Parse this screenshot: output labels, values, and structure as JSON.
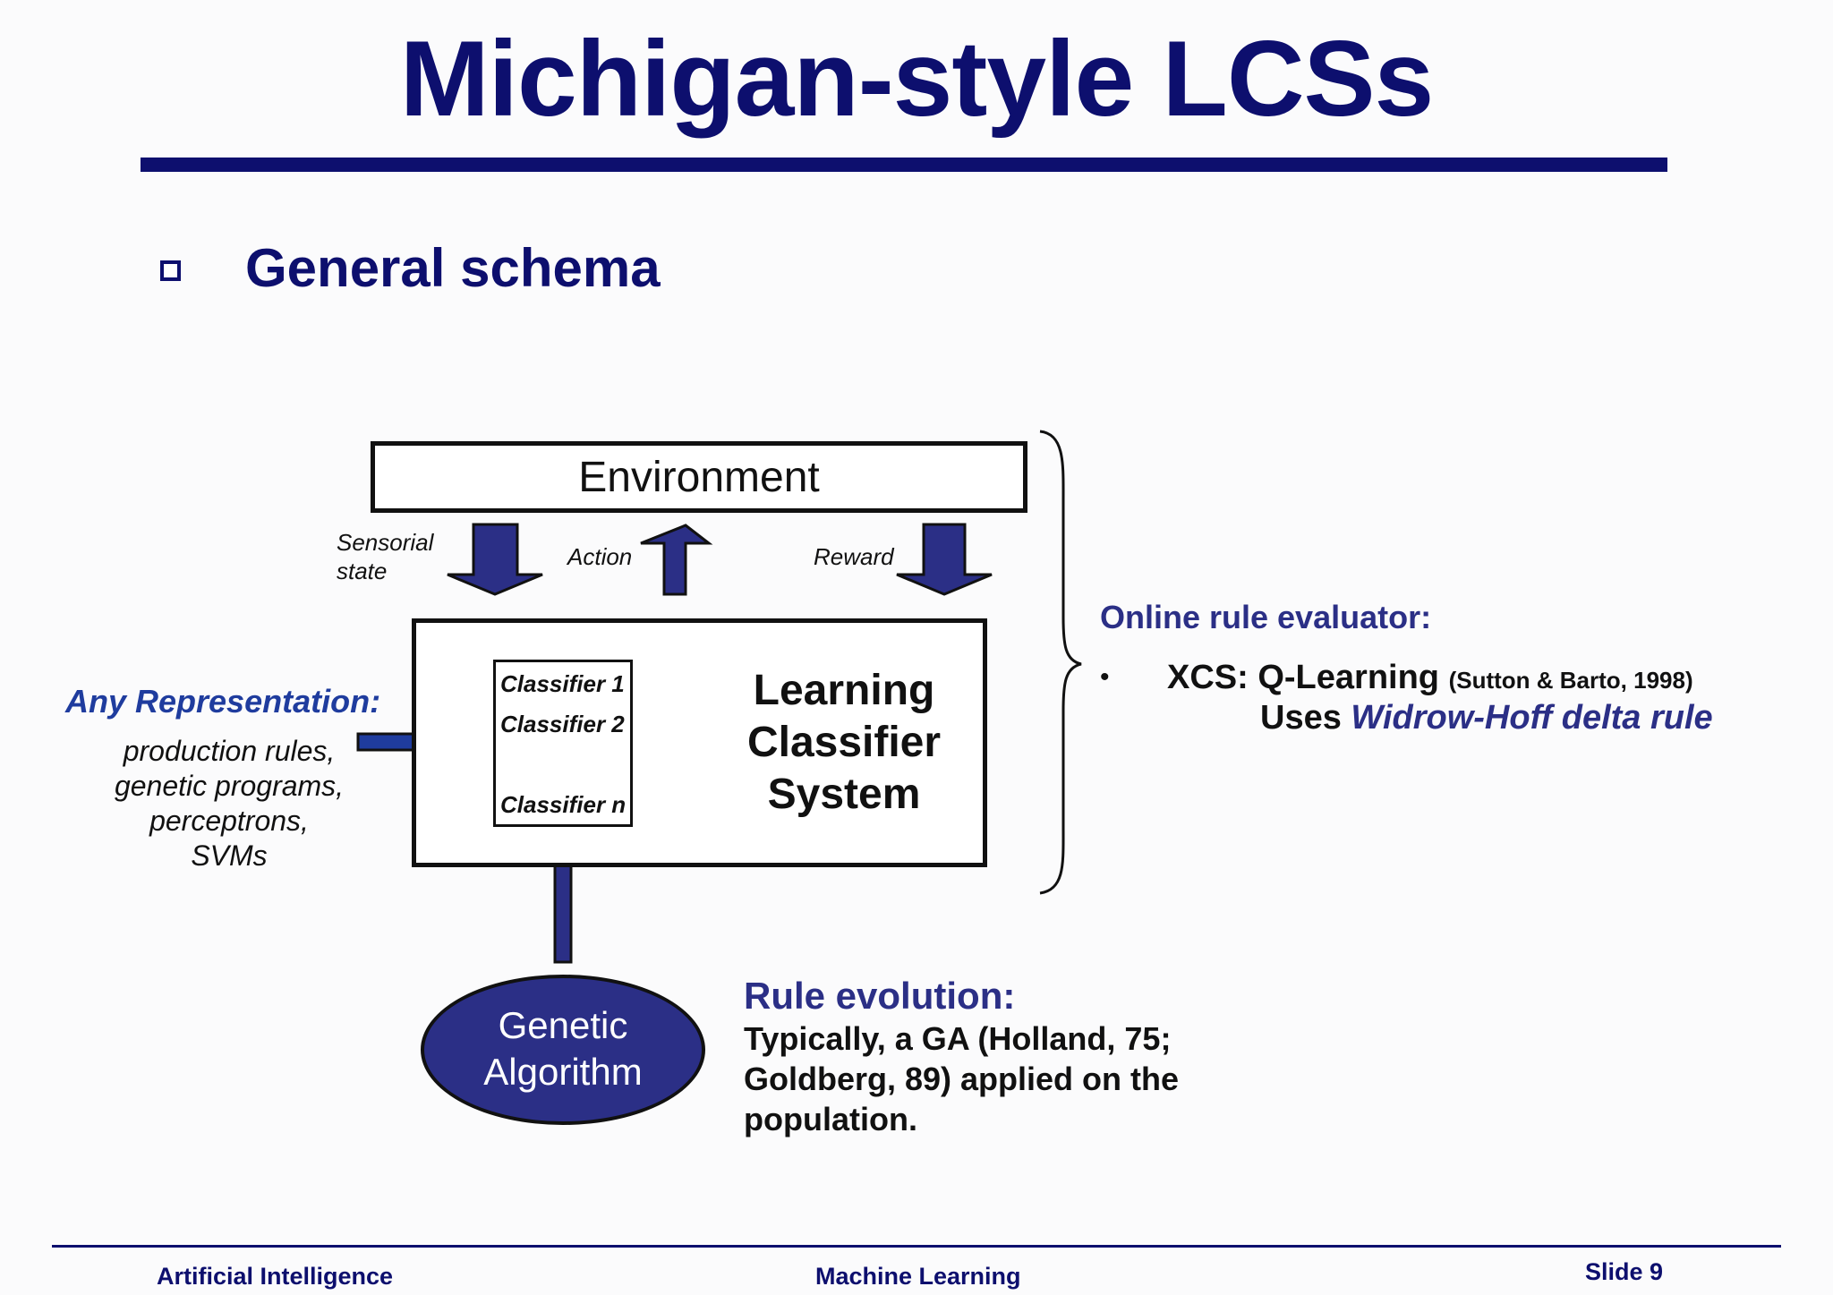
{
  "title": "Michigan-style LCSs",
  "section": {
    "bullet_icon": "hollow-square-bullet",
    "heading": "General schema"
  },
  "diagram": {
    "environment": "Environment",
    "signals": {
      "sensorial_line1": "Sensorial",
      "sensorial_line2": "state",
      "action": "Action",
      "reward": "Reward"
    },
    "lcs_label": [
      "Learning",
      "Classifier",
      "System"
    ],
    "classifiers": [
      "Classifier 1",
      "Classifier 2",
      "Classifier n"
    ],
    "genetic_algorithm": [
      "Genetic",
      "Algorithm"
    ],
    "any_representation": {
      "heading": "Any Representation:",
      "items": [
        "production rules,",
        "genetic programs,",
        "perceptrons,",
        "SVMs"
      ]
    }
  },
  "online": {
    "heading": "Online rule evaluator:",
    "bullet": "•",
    "xcs_main": "XCS: Q-Learning",
    "xcs_cite": "(Sutton & Barto, 1998)",
    "uses_prefix": "Uses",
    "uses_em": "Widrow-Hoff delta rule"
  },
  "rule_evolution": {
    "heading": "Rule evolution:",
    "lines": [
      "Typically, a GA (Holland, 75;",
      "Goldberg, 89) applied on the",
      "population."
    ]
  },
  "footer": {
    "left": "Artificial Intelligence",
    "center": "Machine Learning",
    "right": "Slide 9"
  },
  "colors": {
    "navy": "#0d0f6e",
    "indigo": "#2b2f86",
    "blue_label": "#1f3c9e"
  }
}
